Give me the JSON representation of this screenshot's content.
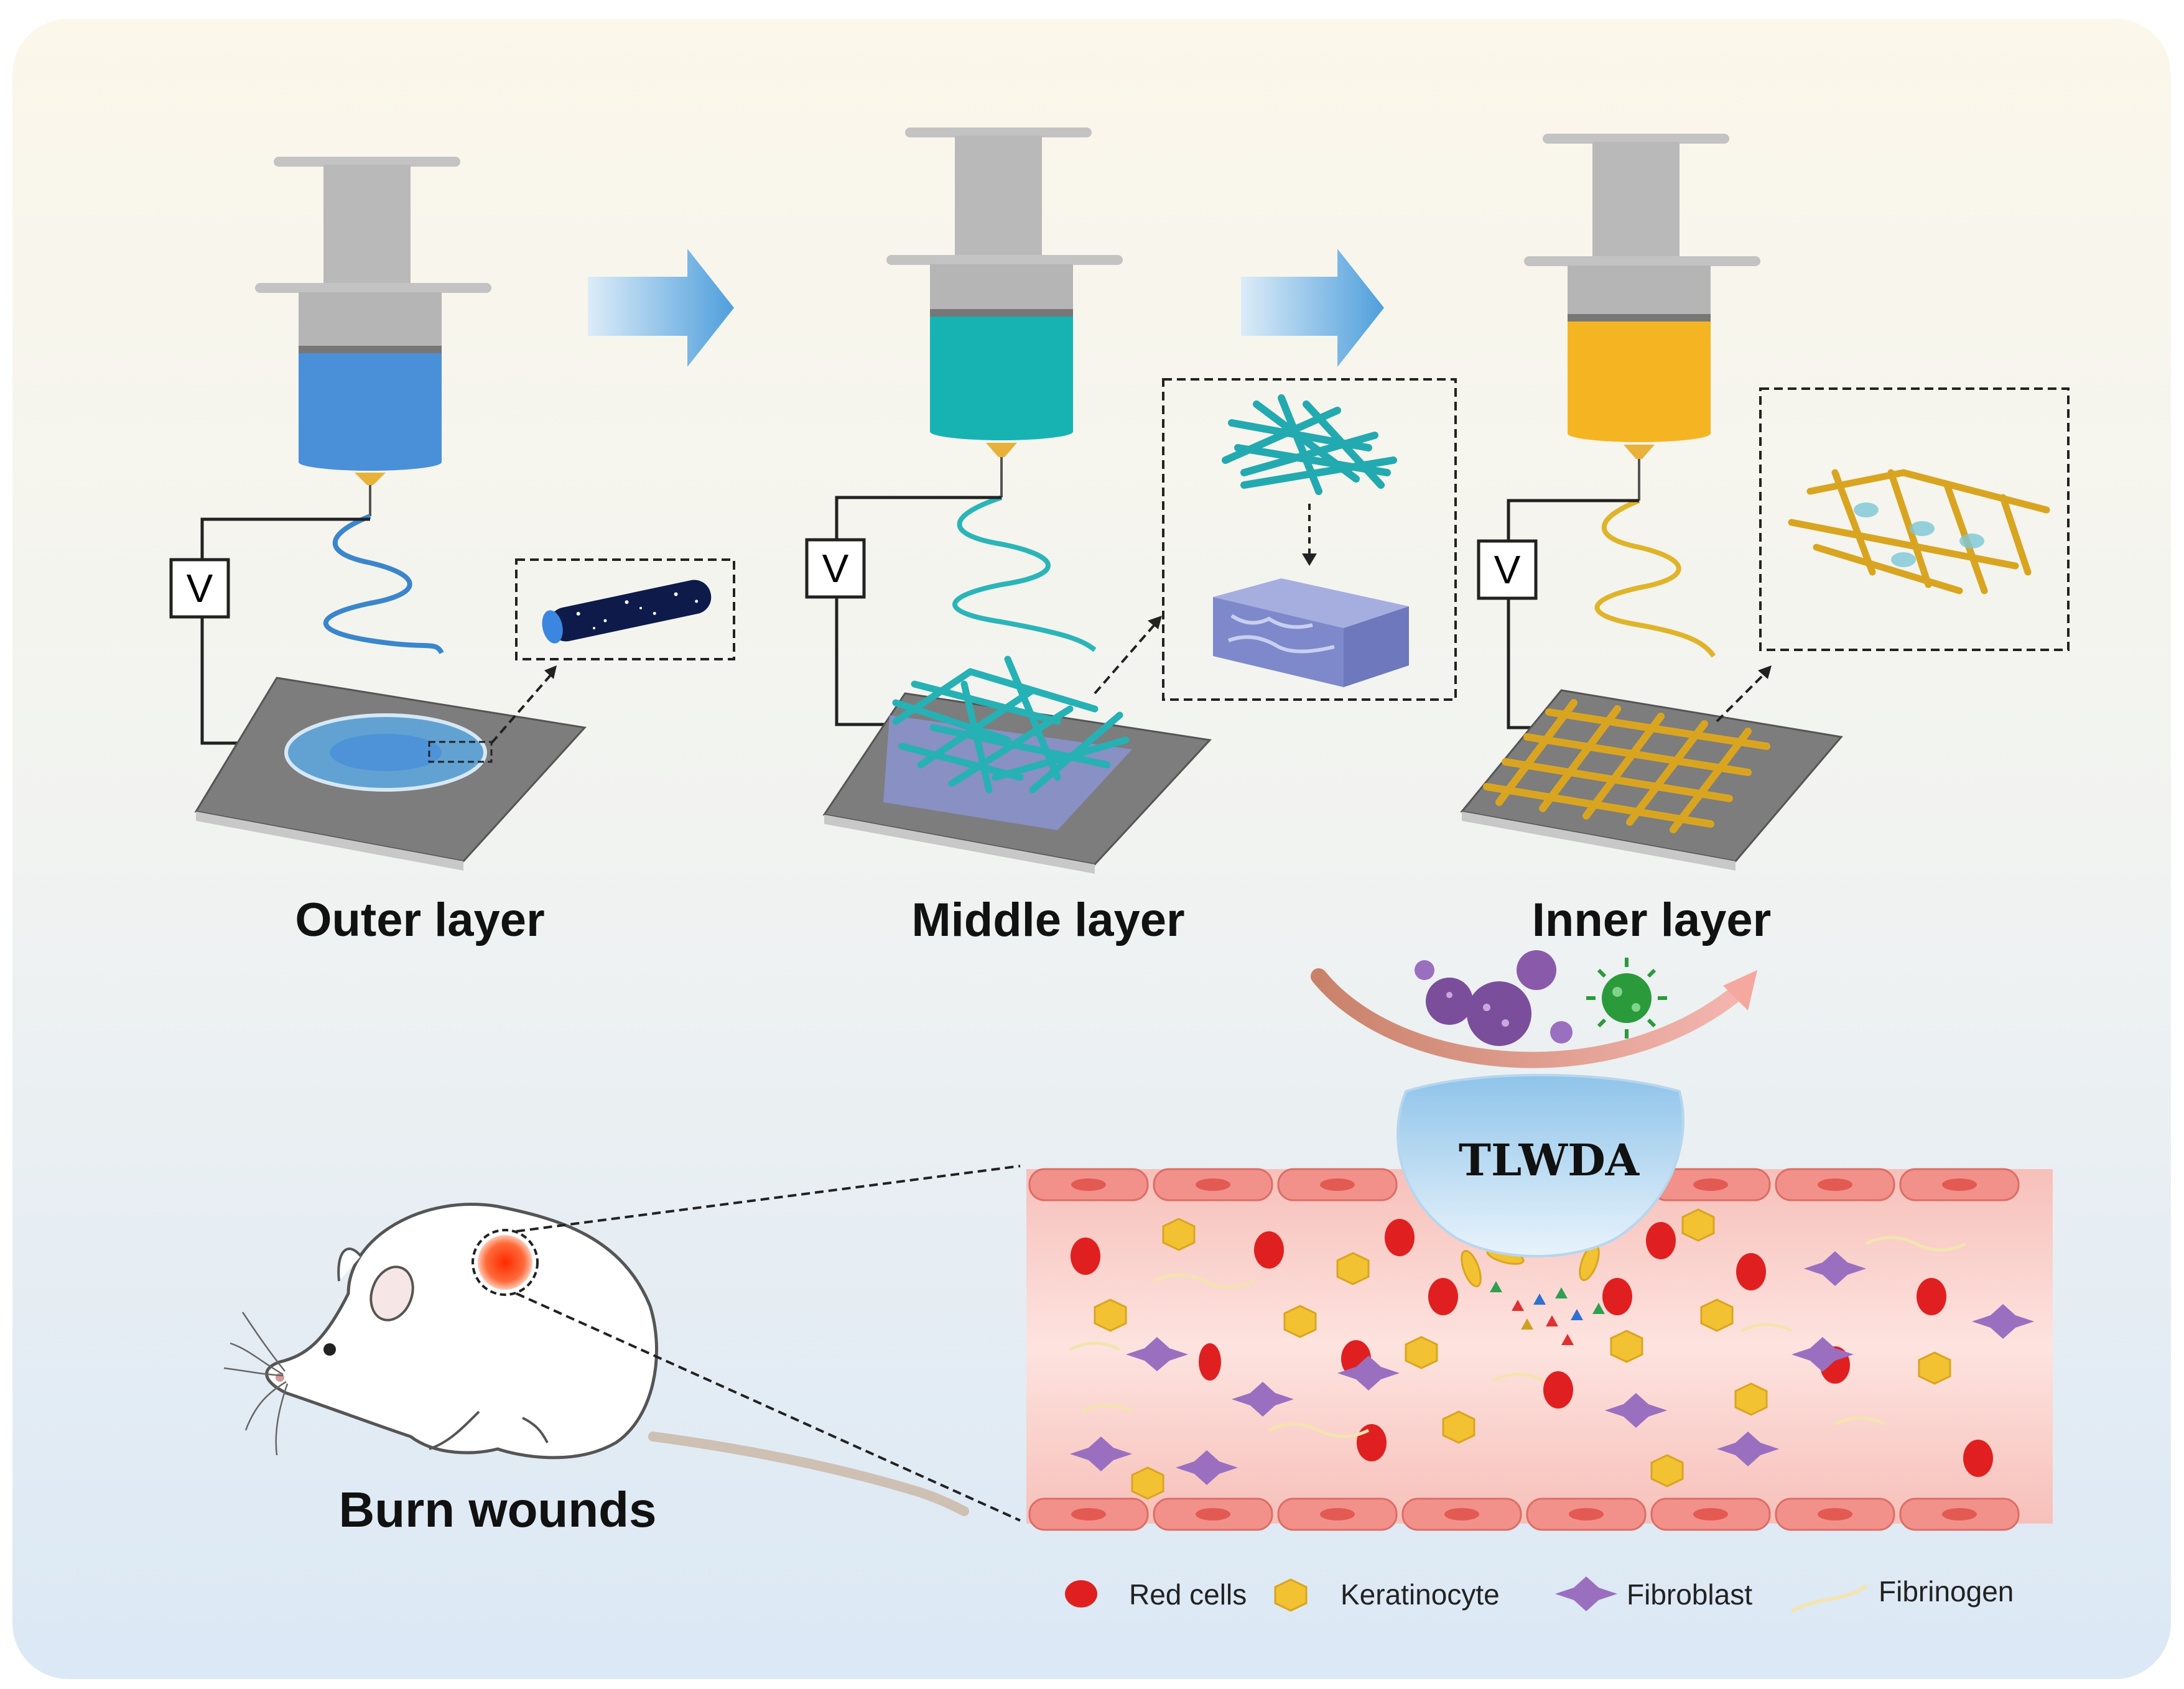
{
  "stages": [
    {
      "label": "Outer layer",
      "solution_color": "#4a90d9",
      "fiber_color": "#3a86cc"
    },
    {
      "label": "Middle layer",
      "solution_color": "#17b3b3",
      "fiber_color": "#2bb5b8"
    },
    {
      "label": "Inner layer",
      "solution_color": "#f5b523",
      "fiber_color": "#e0b42a"
    }
  ],
  "voltage_symbol": "V",
  "dressing_label": "TLWDA",
  "wound_label": "Burn wounds",
  "legend": [
    {
      "icon": "red-cell-icon",
      "label": "Red cells"
    },
    {
      "icon": "keratinocyte-icon",
      "label": "Keratinocyte"
    },
    {
      "icon": "fibroblast-icon",
      "label": "Fibroblast"
    },
    {
      "icon": "fibrinogen-icon",
      "label": "Fibrinogen"
    }
  ],
  "colors": {
    "syringe_body": "#b9b9b9",
    "collector": "#7b7b7b",
    "arrow": "#5aa9e0",
    "tissue": "#f8c9c4",
    "tissue_border": "#e8837c",
    "red_cell": "#e02020",
    "keratinocyte": "#f2c232",
    "fibroblast": "#9b6fc0",
    "bacteria_purple": "#7b4e9c",
    "bacteria_green": "#2a9a3a"
  }
}
